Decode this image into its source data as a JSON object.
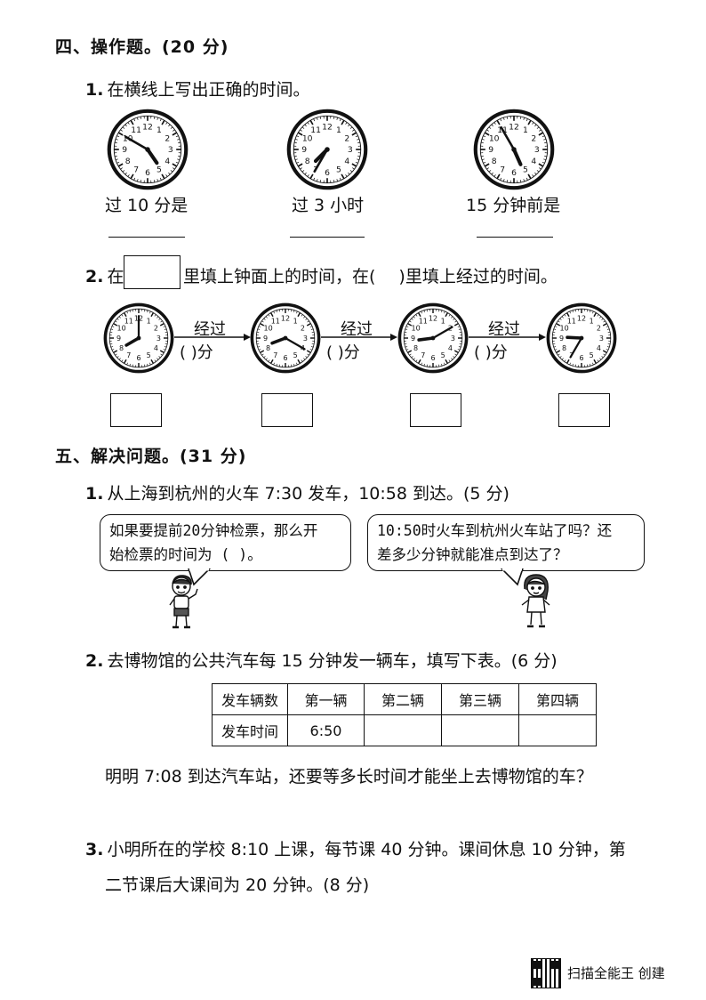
{
  "section4": {
    "title": "四、操作题。(20 分)"
  },
  "q1": {
    "num": "1.",
    "text": "在横线上写出正确的时间。",
    "items": [
      {
        "caption": "过 10 分是",
        "clock": {
          "hour": 4.85,
          "minute": 50
        }
      },
      {
        "caption": "过 3 小时",
        "clock": {
          "hour": 7.5,
          "minute": 35
        }
      },
      {
        "caption": "15 分钟前是",
        "clock": {
          "hour": 5.2,
          "minute": 55
        }
      }
    ]
  },
  "q2": {
    "num": "2.",
    "text_a": "在",
    "text_b": "里填上钟面上的时间，在(",
    "text_c": ")里填上经过的时间。",
    "arrow_label": "经过",
    "paren": "(        )分",
    "clocks": [
      {
        "hour": 8,
        "minute": 0
      },
      {
        "hour": 8.3,
        "minute": 20
      },
      {
        "hour": 8.75,
        "minute": 10
      },
      {
        "hour": 9.1,
        "minute": 35
      }
    ]
  },
  "section5": {
    "title": "五、解决问题。(31 分)"
  },
  "p1": {
    "num": "1.",
    "text": "从上海到杭州的火车 7:30 发车，10:58 到达。(5 分)",
    "bubble_left": [
      "如果要提前20分钟检票，那么开",
      "始检票的时间为 (          )。"
    ],
    "bubble_right": [
      "10:50时火车到杭州火车站了吗？还",
      "差多少分钟就能准点到达了？"
    ]
  },
  "p2": {
    "num": "2.",
    "text": "去博物馆的公共汽车每 15 分钟发一辆车，填写下表。(6 分)",
    "table": {
      "header": [
        "发车辆数",
        "第一辆",
        "第二辆",
        "第三辆",
        "第四辆"
      ],
      "row": [
        "发车时间",
        "6:50",
        "",
        "",
        ""
      ]
    },
    "question": "明明 7:08 到达汽车站，还要等多长时间才能坐上去博物馆的车？"
  },
  "p3": {
    "num": "3.",
    "line1": "小明所在的学校 8:10 上课，每节课 40 分钟。课间休息 10 分钟，第",
    "line2": "二节课后大课间为 20 分钟。(8 分)"
  },
  "footer": {
    "watermark": "扫描全能王 创建"
  }
}
